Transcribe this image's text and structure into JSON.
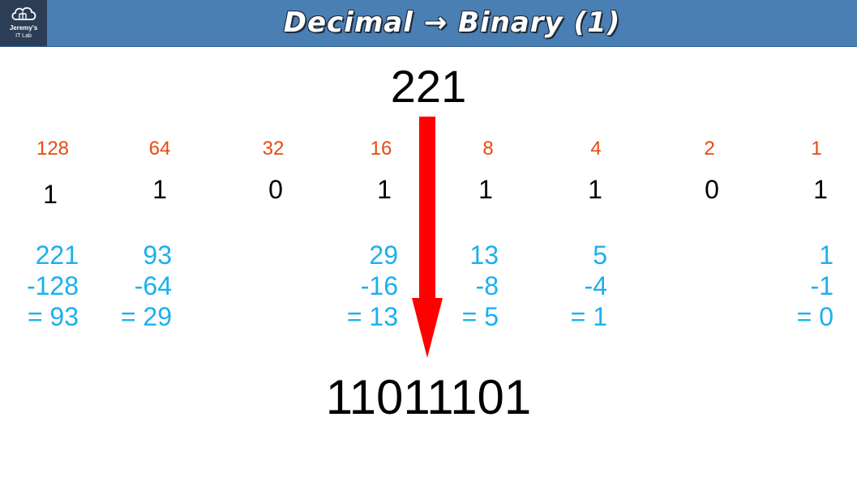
{
  "header": {
    "title": "Decimal → Binary (1)",
    "logo_line1": "Jeremy's",
    "logo_line2": "IT Lab"
  },
  "decimal_value": "221",
  "columns": [
    {
      "place": "128",
      "bit": "1",
      "calc": [
        "221",
        "-128",
        "= 93"
      ]
    },
    {
      "place": "64",
      "bit": "1",
      "calc": [
        "93",
        "-64",
        "= 29"
      ]
    },
    {
      "place": "32",
      "bit": "0",
      "calc": []
    },
    {
      "place": "16",
      "bit": "1",
      "calc": [
        "29",
        "-16",
        "= 13"
      ]
    },
    {
      "place": "8",
      "bit": "1",
      "calc": [
        "13",
        "-8",
        "= 5"
      ]
    },
    {
      "place": "4",
      "bit": "1",
      "calc": [
        "5",
        "-4",
        "= 1"
      ]
    },
    {
      "place": "2",
      "bit": "0",
      "calc": []
    },
    {
      "place": "1",
      "bit": "1",
      "calc": [
        "1",
        "-1",
        "= 0"
      ]
    }
  ],
  "binary_result": "11011101",
  "colors": {
    "place_value": "#e8490f",
    "calculation": "#1ab0f0",
    "arrow": "#ff0000",
    "header_bg": "#4a7fb3"
  }
}
